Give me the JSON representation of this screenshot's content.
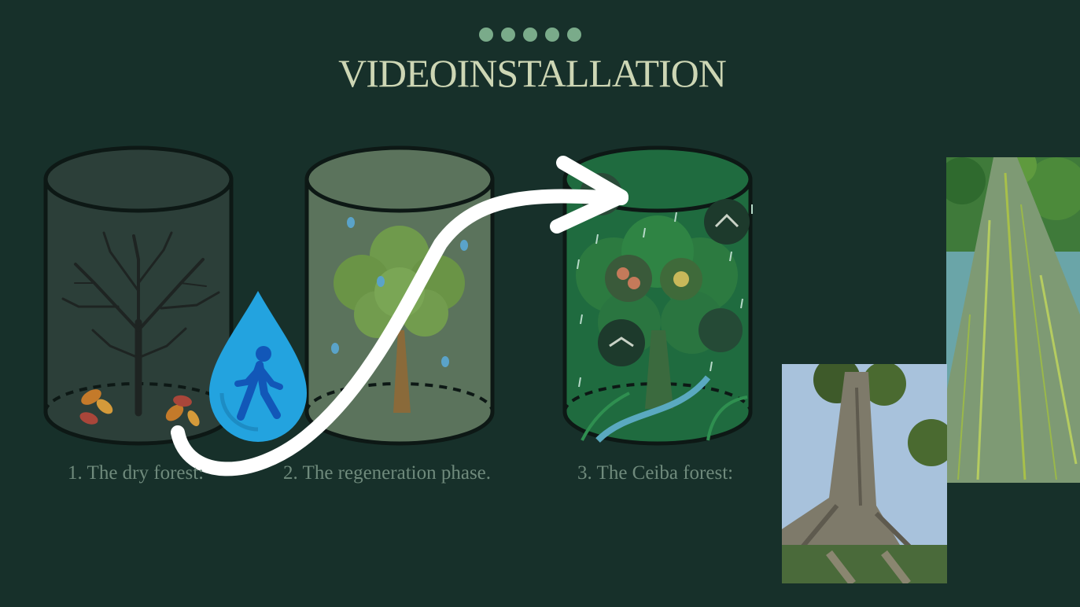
{
  "title": "VIDEOINSTALLATION",
  "pagination": {
    "count": 5
  },
  "panels": [
    {
      "caption": "1. The dry forest:"
    },
    {
      "caption": "2. The regeneration phase."
    },
    {
      "caption": "3. The Ceiba forest:"
    }
  ],
  "icons": [
    "dry-tree-icon",
    "leaf-icon",
    "water-drop-walker-icon",
    "green-tree-icon",
    "rain-drop-icon",
    "curved-arrow-icon",
    "bird-icon",
    "flower-icon"
  ],
  "colors": {
    "background": "#17302a",
    "title": "#cdd6b4",
    "dot": "#7aab8a",
    "drop": "#23a3df",
    "arrow": "#ffffff"
  }
}
